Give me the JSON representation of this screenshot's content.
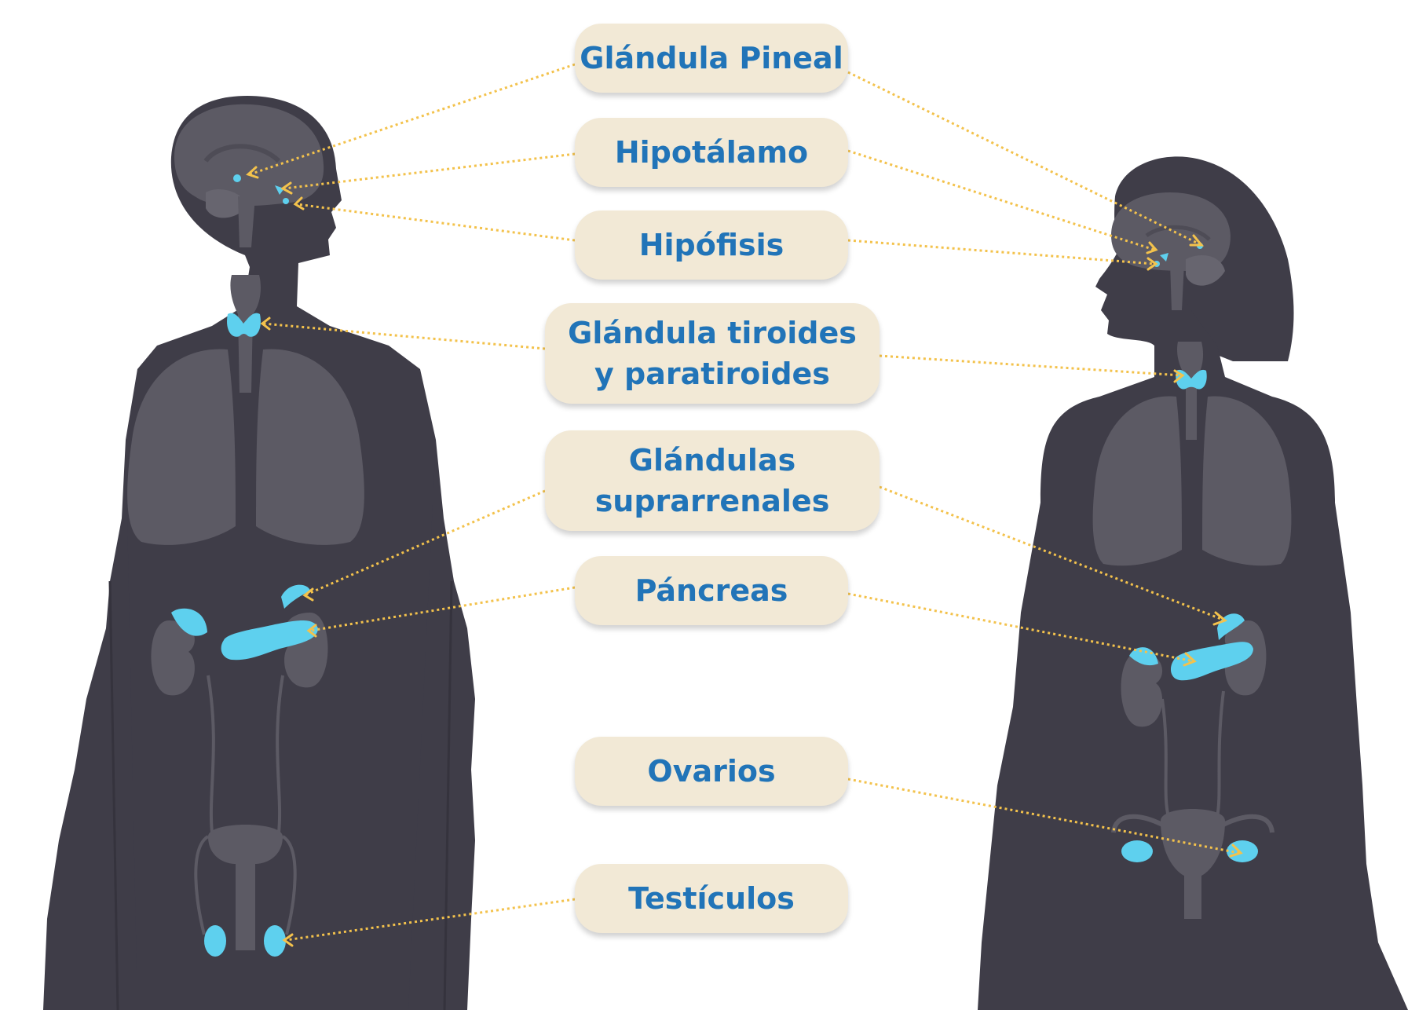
{
  "labels": {
    "pineal": "Glándula Pineal",
    "hipotalamo": "Hipotálamo",
    "hipofisis": "Hipófisis",
    "tiroides_line1": "Glándula tiroides",
    "tiroides_line2": "y paratiroides",
    "suprarrenales_line1": "Glándulas",
    "suprarrenales_line2": "suprarrenales",
    "pancreas": "Páncreas",
    "ovarios": "Ovarios",
    "testiculos": "Testículos"
  },
  "figures": [
    "male-body",
    "female-body"
  ],
  "colors": {
    "body": "#3f3d48",
    "organ": "#5c5a64",
    "organ_light": "#65636d",
    "gland": "#5ed0ee",
    "connector": "#f3c24c",
    "label_bg": "#f2e9d6",
    "label_text": "#2174b8"
  }
}
